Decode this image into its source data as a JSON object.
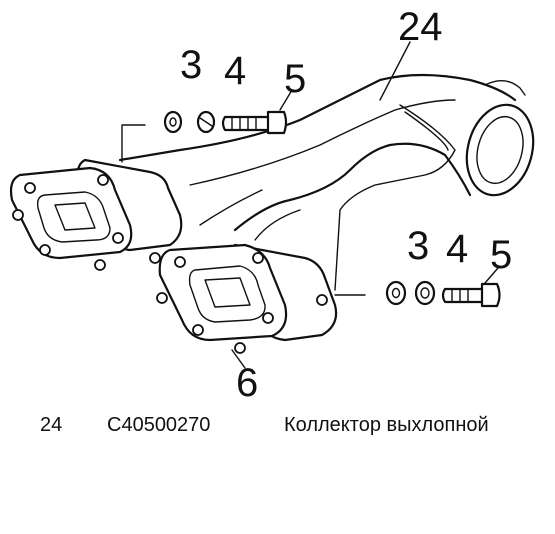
{
  "callouts": {
    "top_washer": "3",
    "top_lockwasher": "4",
    "top_bolt": "5",
    "manifold": "24",
    "right_washer": "3",
    "right_lockwasher": "4",
    "right_bolt": "5",
    "gasket": "6"
  },
  "parts_list": [
    {
      "position": "24",
      "code": "C40500270",
      "description": "Коллектор выхлопной"
    }
  ],
  "colors": {
    "ink": "#111111",
    "paper": "#ffffff"
  }
}
